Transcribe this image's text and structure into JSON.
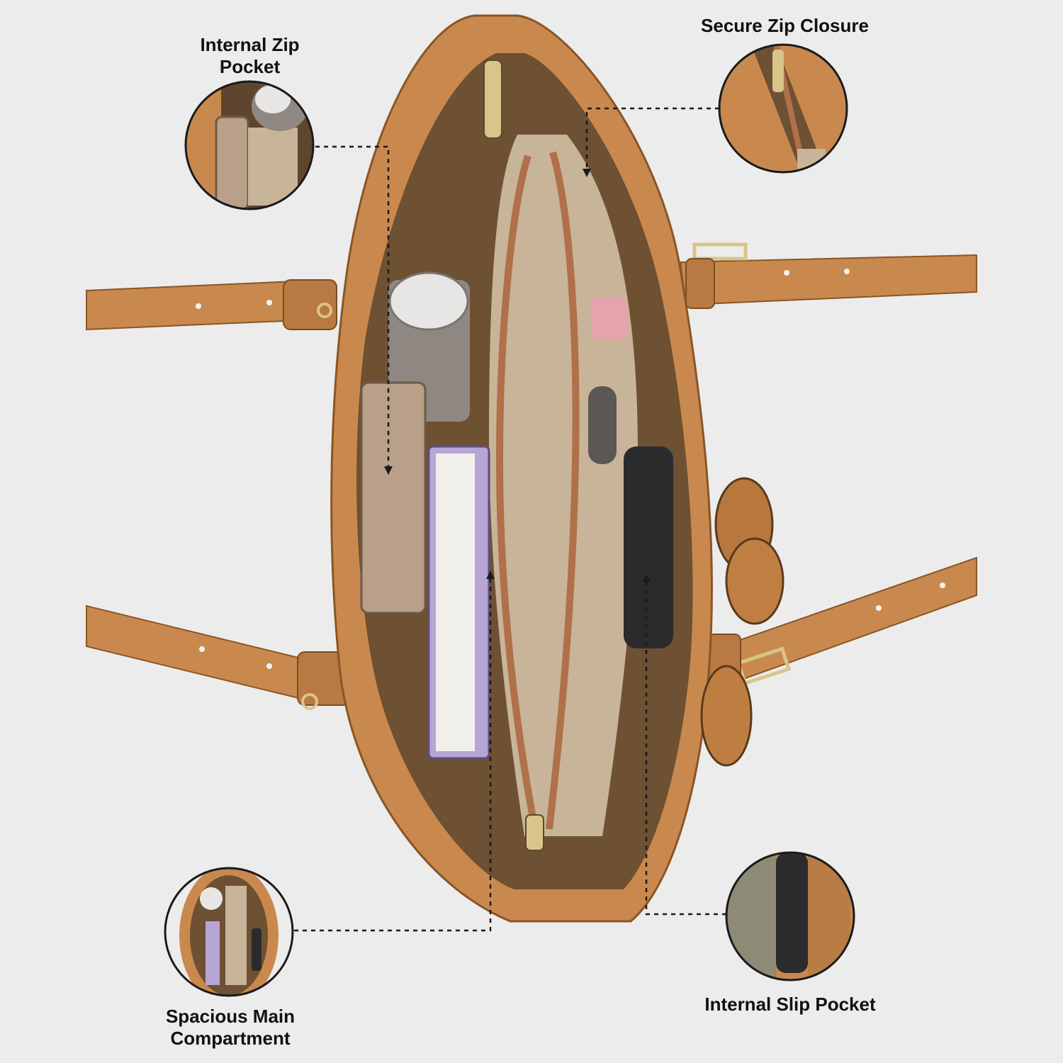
{
  "callouts": [
    {
      "id": "internal-zip-pocket",
      "lines": [
        "Internal Zip",
        "Pocket"
      ]
    },
    {
      "id": "secure-zip-closure",
      "lines": [
        "Secure Zip Closure"
      ]
    },
    {
      "id": "spacious-main-compartment",
      "lines": [
        "Spacious Main",
        "Compartment"
      ]
    },
    {
      "id": "internal-slip-pocket",
      "lines": [
        "Internal Slip Pocket"
      ]
    }
  ],
  "colors": {
    "background": "#ececec",
    "leather": "#c9894e",
    "leather_dark": "#a86a33",
    "lining": "#c8b499",
    "zipper": "#b0704a",
    "hardware": "#d9c48a"
  }
}
